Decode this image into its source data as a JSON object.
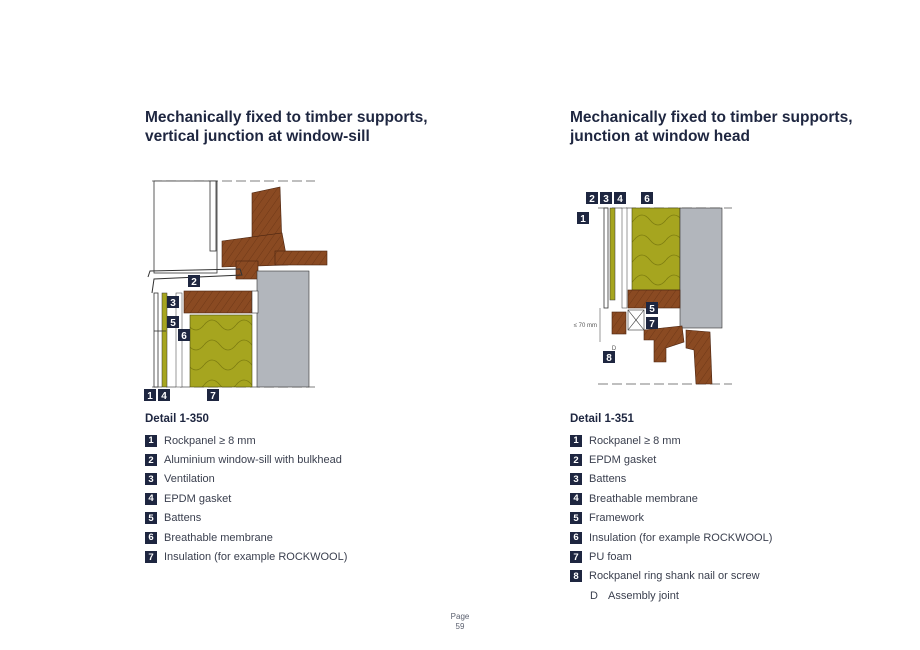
{
  "left": {
    "heading": [
      "Mechanically fixed to timber supports,",
      "vertical junction at window-sill"
    ],
    "detail_title": "Detail 1-350",
    "legend": [
      {
        "num": "1",
        "text": "Rockpanel ≥ 8 mm"
      },
      {
        "num": "2",
        "text": "Aluminium window-sill with bulkhead"
      },
      {
        "num": "3",
        "text": "Ventilation"
      },
      {
        "num": "4",
        "text": "EPDM gasket"
      },
      {
        "num": "5",
        "text": "Battens"
      },
      {
        "num": "6",
        "text": "Breathable membrane"
      },
      {
        "num": "7",
        "text": "Insulation (for example ROCKWOOL)"
      }
    ],
    "drawing_labels": {
      "l1": "1",
      "l2": "2",
      "l3": "3",
      "l4": "4",
      "l5": "5",
      "l6": "6",
      "l7": "7"
    }
  },
  "right": {
    "heading": [
      "Mechanically fixed to timber supports,",
      "junction at window head"
    ],
    "detail_title": "Detail 1-351",
    "legend": [
      {
        "num": "1",
        "text": "Rockpanel ≥ 8 mm"
      },
      {
        "num": "2",
        "text": "EPDM gasket"
      },
      {
        "num": "3",
        "text": "Battens"
      },
      {
        "num": "4",
        "text": "Breathable membrane"
      },
      {
        "num": "5",
        "text": "Framework"
      },
      {
        "num": "6",
        "text": "Insulation (for example ROCKWOOL)"
      },
      {
        "num": "7",
        "text": "PU foam"
      },
      {
        "num": "8",
        "text": "Rockpanel ring shank nail or screw"
      }
    ],
    "note": {
      "letter": "D",
      "text": "Assembly joint"
    },
    "drawing_labels": {
      "l1": "1",
      "l2": "2",
      "l3": "3",
      "l4": "4",
      "l5": "5",
      "l6": "6",
      "l7": "7",
      "l8": "8",
      "dim": "≤ 70 mm",
      "d": "D"
    }
  },
  "footer": {
    "page_label": "Page",
    "page_number": "59"
  },
  "colors": {
    "navy": "#1e2640",
    "timber": "#8a4a22",
    "insulation": "#a6a51f",
    "masonry": "#b2b6bc"
  }
}
